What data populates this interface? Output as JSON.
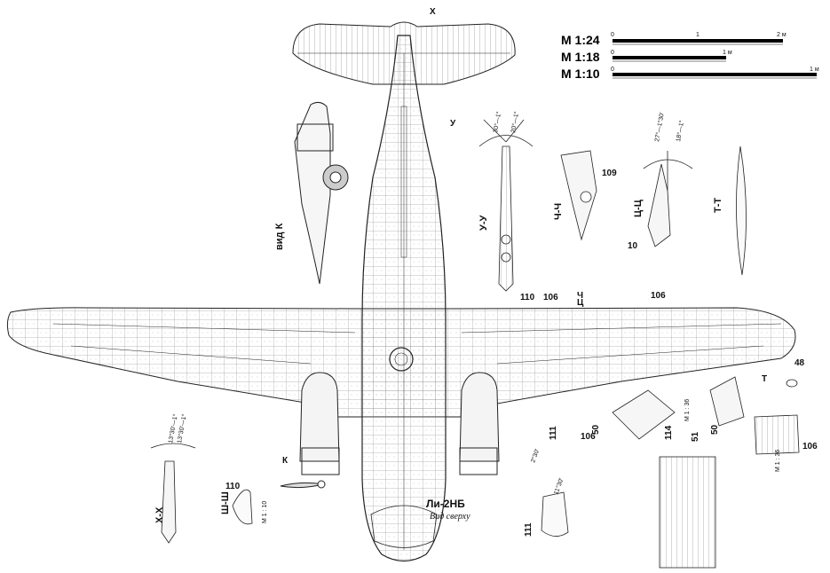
{
  "title": "Ли-2НБ",
  "subtitle": "Вид сверху",
  "scales": [
    {
      "label": "М 1:24",
      "ticks": [
        "0",
        "1",
        "2 м"
      ]
    },
    {
      "label": "М 1:18",
      "ticks": [
        "0",
        "1 м"
      ]
    },
    {
      "label": "М 1:10",
      "ticks": [
        "0",
        "1 м"
      ]
    }
  ],
  "sections": {
    "xx": "Х-Х",
    "uu": "У-У",
    "chch": "Ч-Ч",
    "tsts": "Ц-Ц",
    "tt": "Т-Т",
    "shsh": "Ш-Ш",
    "vid_k": "вид К"
  },
  "markers": {
    "x": "Х",
    "u": "У",
    "ch": "Ч",
    "ts": "Ц",
    "t": "Т",
    "k": "К"
  },
  "angles": {
    "uu_a": "30°—1°",
    "uu_b": "20°—1°",
    "tsts_a": "27°—1°30'",
    "tsts_b": "18°—1°",
    "xx_a": "13°30'—1°",
    "xx_b": "13°30'—1°",
    "aileron_a": "2°30'",
    "aileron_b": "11°30'"
  },
  "callouts": {
    "c110_wing": "110",
    "c106_a": "106",
    "c106_b": "106",
    "c106_c": "106",
    "c106_d": "106",
    "c109": "109",
    "c10": "10",
    "c48": "48",
    "c111_a": "111",
    "c111_b": "111",
    "c50_a": "50",
    "c50_b": "50",
    "c51": "51",
    "c114": "114",
    "c110_sh": "110"
  },
  "detail_scales": {
    "m36_a": "М 1 : 36",
    "m36_b": "М 1 : 36",
    "m110": "М 1 : 10"
  }
}
